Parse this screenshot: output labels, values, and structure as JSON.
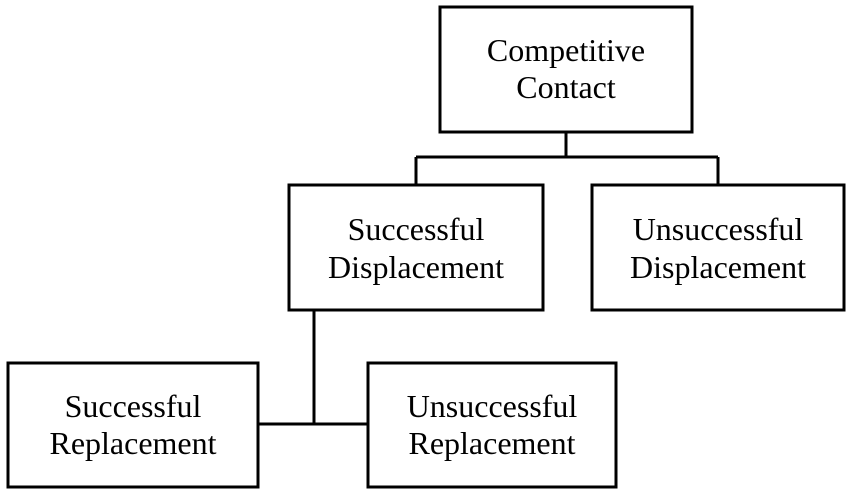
{
  "diagram": {
    "root": {
      "line1": "Competitive",
      "line2": "Contact"
    },
    "successful_displacement": {
      "line1": "Successful",
      "line2": "Displacement"
    },
    "unsuccessful_displacement": {
      "line1": "Unsuccessful",
      "line2": "Displacement"
    },
    "successful_replacement": {
      "line1": "Successful",
      "line2": "Replacement"
    },
    "unsuccessful_replacement": {
      "line1": "Unsuccessful",
      "line2": "Replacement"
    }
  }
}
